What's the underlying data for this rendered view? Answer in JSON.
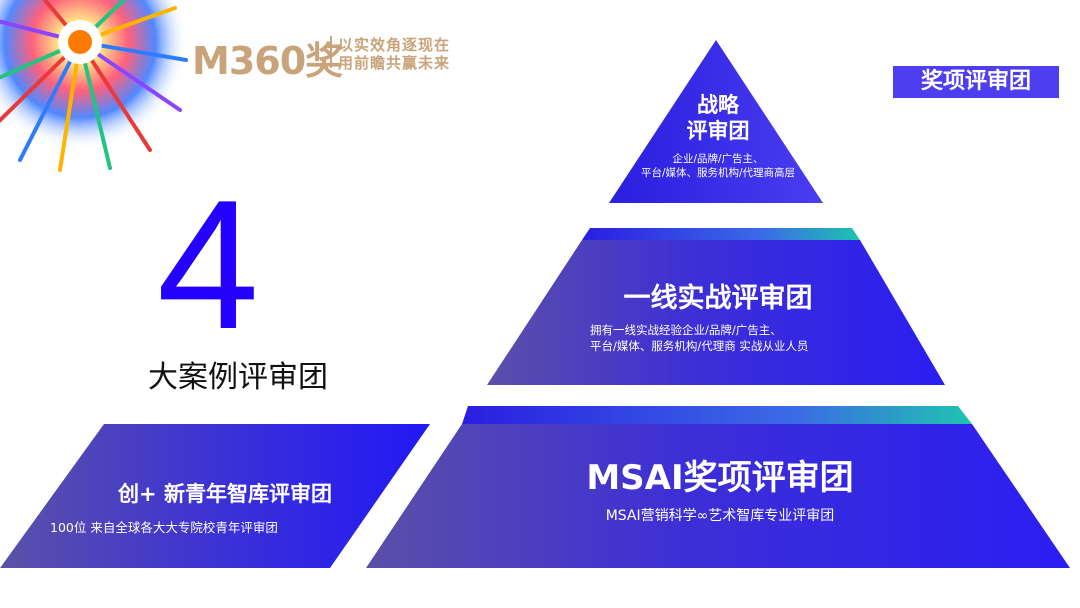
{
  "logo": {
    "mark": "M360奖",
    "slogan_line1": "以实效角逐现在",
    "slogan_line2": "用前瞻共赢未来"
  },
  "badge": {
    "label": "奖项评审团"
  },
  "headline": {
    "number": "4",
    "caption": "大案例评审团"
  },
  "pyramid": {
    "top": {
      "title_line1": "战略",
      "title_line2": "评审团",
      "desc_line1": "企业/品牌/广告主、",
      "desc_line2": "平台/媒体、服务机构/代理商高层"
    },
    "middle": {
      "title": "一线实战评审团",
      "desc_line1": "拥有一线实战经验企业/品牌/广告主、",
      "desc_line2": "平台/媒体、服务机构/代理商 实战从业人员"
    },
    "bottom": {
      "title": "MSAI奖项评审团",
      "desc": "MSAI营销科学∞艺术智库专业评审团"
    }
  },
  "side_panel": {
    "title": "创+ 新青年智库评审团",
    "desc": "100位 来自全球各大大专院校青年评审团"
  },
  "colors": {
    "primary": "#2400ff",
    "gold": "#c9a47a",
    "teal": "#1fc3b0",
    "badge_bg": "#4d3ef0"
  }
}
